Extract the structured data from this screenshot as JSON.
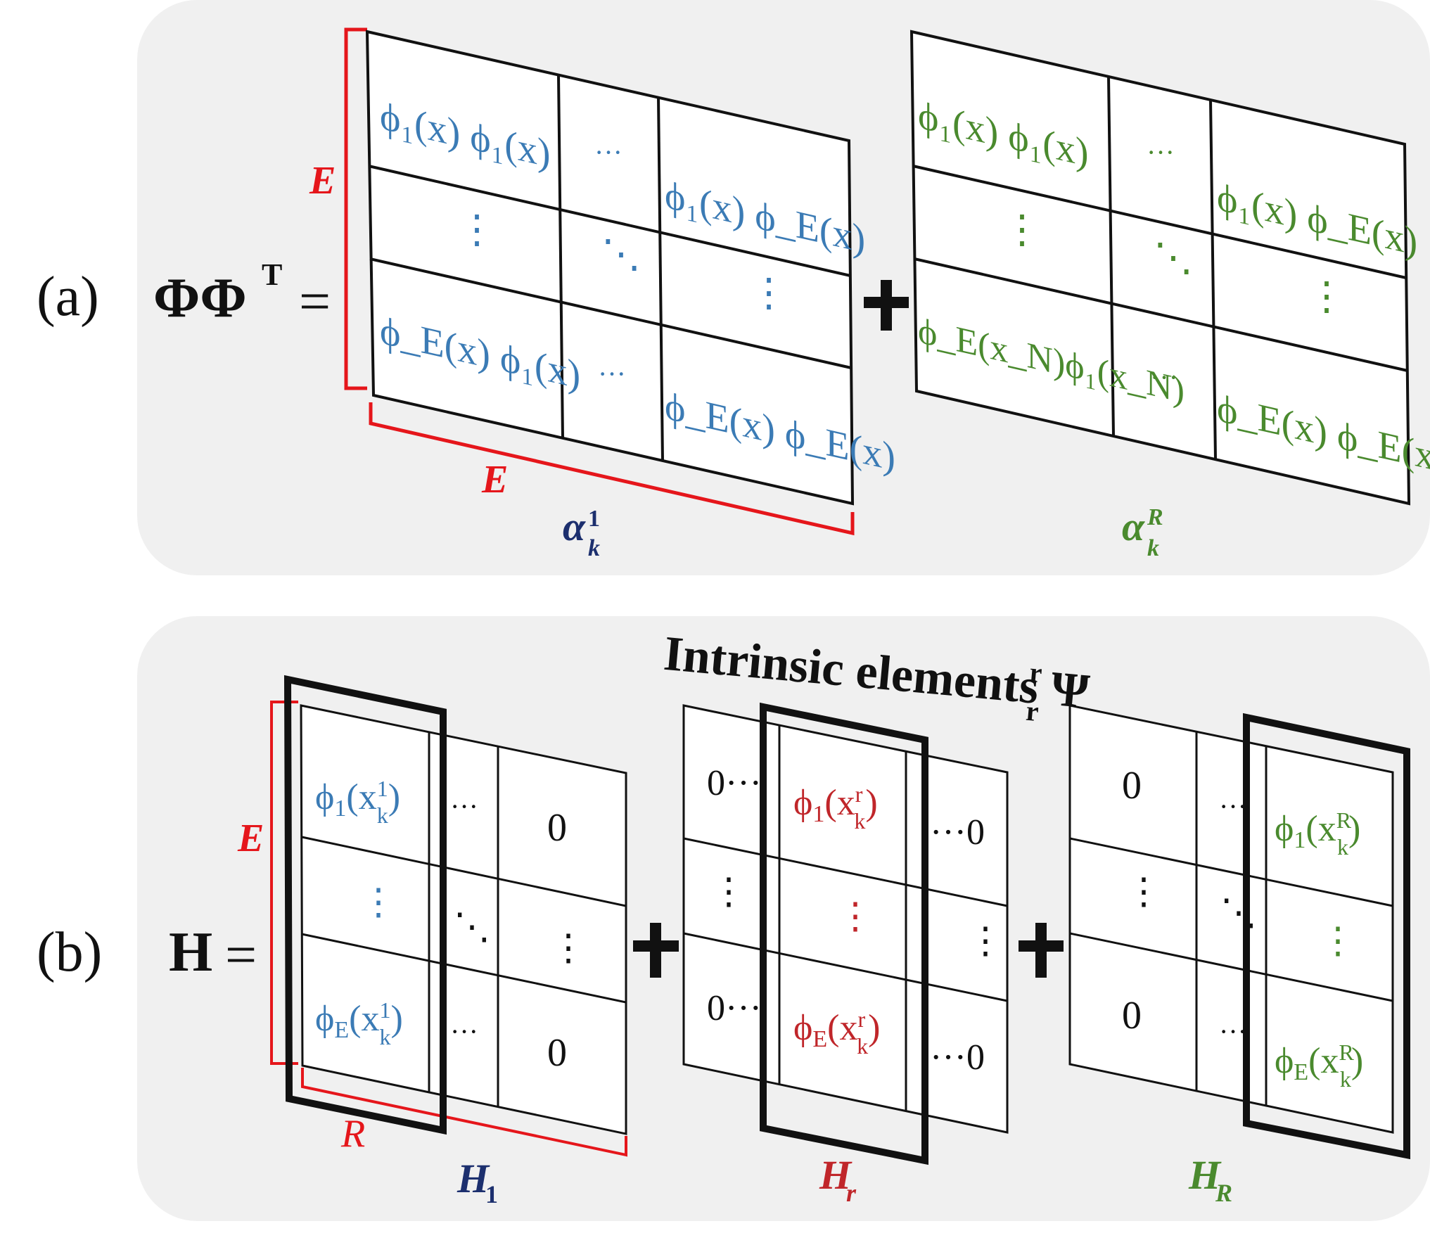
{
  "panel_a": {
    "label": "(a)",
    "lhs": "ΦΦ",
    "lhs_sup": "T",
    "equals": "=",
    "plus": "+",
    "size_label_rows": "E",
    "size_label_cols": "E",
    "matrix_1": {
      "caption": "α",
      "caption_sub": "k",
      "caption_sup": "1",
      "cells": {
        "r1c1": "ϕ₁(x) ϕ₁(x)",
        "r1c2": "···",
        "r1c3": "ϕ₁(x) ϕ_E(x)",
        "r2c1": "⋮",
        "r2c2": "⋱",
        "r2c3": "⋮",
        "r3c1": "ϕ_E(x) ϕ₁(x)",
        "r3c2": "···",
        "r3c3": "ϕ_E(x) ϕ_E(x)"
      }
    },
    "matrix_2": {
      "caption": "α",
      "caption_sub": "k",
      "caption_sup": "R",
      "cells": {
        "r1c1": "ϕ₁(x) ϕ₁(x)",
        "r1c2": "···",
        "r1c3": "ϕ₁(x) ϕ_E(x)",
        "r2c1": "⋮",
        "r2c2": "⋱",
        "r2c3": "⋮",
        "r3c1": "ϕ_E(x_N)ϕ₁(x_N)",
        "r3c2": "···",
        "r3c3": "ϕ_E(x) ϕ_E(x)"
      }
    }
  },
  "panel_b": {
    "label": "(b)",
    "lhs": "H",
    "equals": "=",
    "plus": "+",
    "title": "Intrinsic elements Ψ",
    "title_sub": "r",
    "title_sup": "r",
    "size_label_rows": "E",
    "size_label_cols": "R",
    "matrix_1": {
      "caption": "H",
      "caption_sub": "1",
      "dots_h": "···",
      "dots_v": "⋮",
      "diag": "⋱",
      "zero": "0"
    },
    "matrix_r": {
      "caption": "H",
      "caption_sub": "r",
      "zero_left": "0···",
      "zero_right": "···0",
      "dots_v": "⋮"
    },
    "matrix_R": {
      "caption": "H",
      "caption_sub": "R",
      "zero": "0",
      "dots_h": "···",
      "dots_v": "⋮",
      "diag": "⋱"
    }
  },
  "colors": {
    "blue": "#3b7bb5",
    "green": "#4a8a2e",
    "red_accent": "#e5161b",
    "dark_red": "#c0262a",
    "navy": "#1c2f6e",
    "panel_bg": "#f0f0f0"
  }
}
